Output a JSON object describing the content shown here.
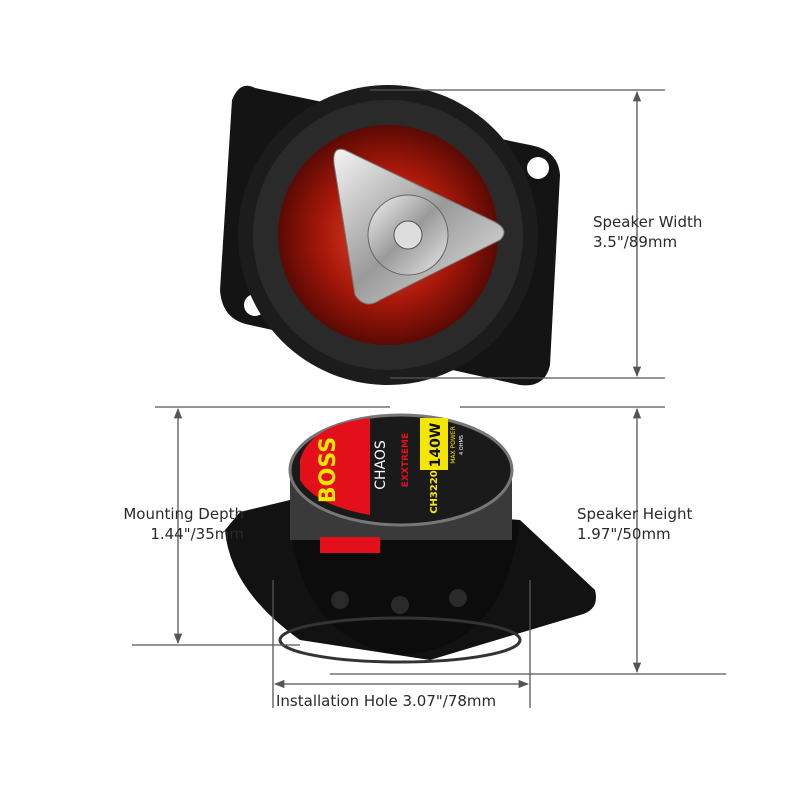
{
  "colors": {
    "line": "#555555",
    "cone": "#b3200f",
    "label_red": "#e3101b",
    "label_yellow": "#f5e600",
    "body": "#111111"
  },
  "logo": {
    "brand": "BOSS",
    "series": "CHAOS",
    "sub": "EXXTREME",
    "power": "140W",
    "power_note": "MAX POWER",
    "ohms": "4 OHMS",
    "model": "CH3220"
  },
  "dimensions": {
    "width": {
      "title": "Speaker Width",
      "value": "3.5\"/89mm"
    },
    "depth": {
      "title": "Mounting Depth",
      "value": "1.44\"/35mm"
    },
    "height": {
      "title": "Speaker Height",
      "value": "1.97\"/50mm"
    },
    "hole": {
      "title": "Installation Hole 3.07\"/78mm"
    }
  }
}
